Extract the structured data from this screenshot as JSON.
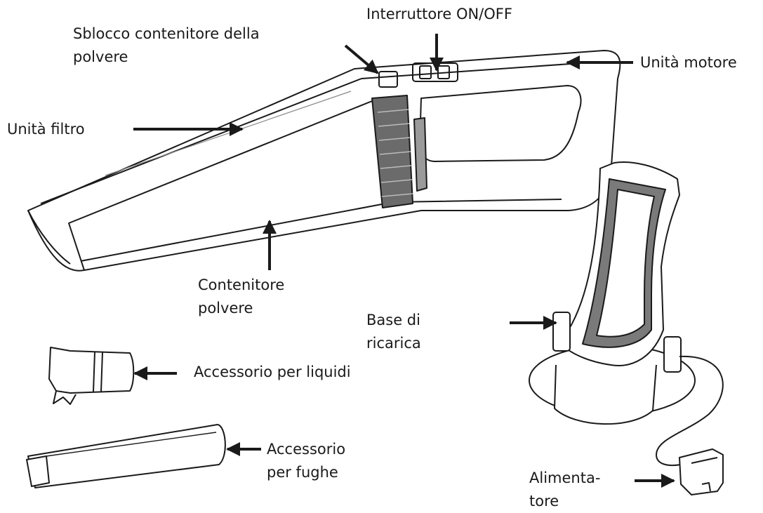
{
  "labels": {
    "switch": "Interruttore ON/OFF",
    "dust_release": [
      "Sblocco contenitore della",
      "polvere"
    ],
    "motor_unit": "Unità motore",
    "filter_unit": "Unità filtro",
    "dust_container": [
      "Contenitore",
      "polvere"
    ],
    "charging_base": [
      "Base di",
      "ricarica"
    ],
    "liquid_accessory": "Accessorio per liquidi",
    "crevice_accessory": [
      "Accessorio",
      "per fughe"
    ],
    "power_supply": [
      "Alimenta-",
      "tore"
    ]
  },
  "colors": {
    "line": "#1a1a1a",
    "band": "#6b6b6b",
    "fill": "#ffffff"
  }
}
